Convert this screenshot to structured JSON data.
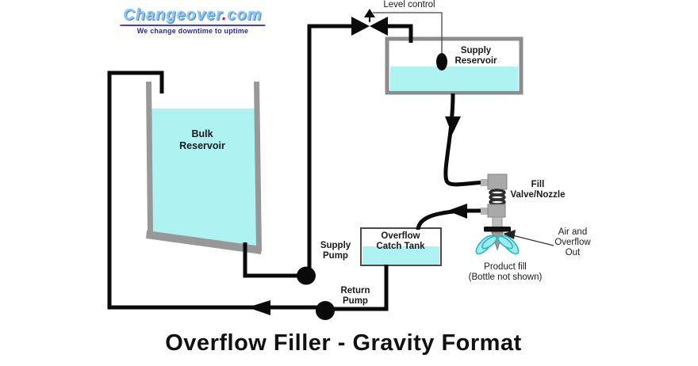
{
  "logo": {
    "brand_part1": "Changeover",
    "brand_dot": ".",
    "brand_part2": "com",
    "tagline": "We change downtime to uptime",
    "brand_color": "#8ec7f0",
    "dot_color": "#e80040",
    "tagline_color": "#2a2a9a"
  },
  "title": "Overflow Filler - Gravity Format",
  "labels": {
    "level_control": "Level control",
    "supply_reservoir": [
      "Supply",
      "Reservoir"
    ],
    "bulk_reservoir": [
      "Bulk",
      "Reservoir"
    ],
    "fill_valve": [
      "Fill",
      "Valve/Nozzle"
    ],
    "air_overflow": [
      "Air and",
      "Overflow",
      "Out"
    ],
    "product_fill": [
      "Product fill",
      "(Bottle not shown)"
    ],
    "overflow_catch_tank": [
      "Overflow",
      "Catch Tank"
    ],
    "supply_pump": [
      "Supply",
      "Pump"
    ],
    "return_pump": [
      "Return",
      "Pump"
    ]
  },
  "colors": {
    "liquid_cyan": "#aef2f2",
    "spray_fill": "#9aeced",
    "spray_stroke": "#2fb2c4",
    "tank_gray": "#989898",
    "reservoir_border": "#8c8c8c",
    "catch_tank_border": "#4a4a4a",
    "pipe_black": "#0a0a0a",
    "valve_body_gray": "#a9a9a9",
    "spring_dark": "#2e2e2e"
  }
}
